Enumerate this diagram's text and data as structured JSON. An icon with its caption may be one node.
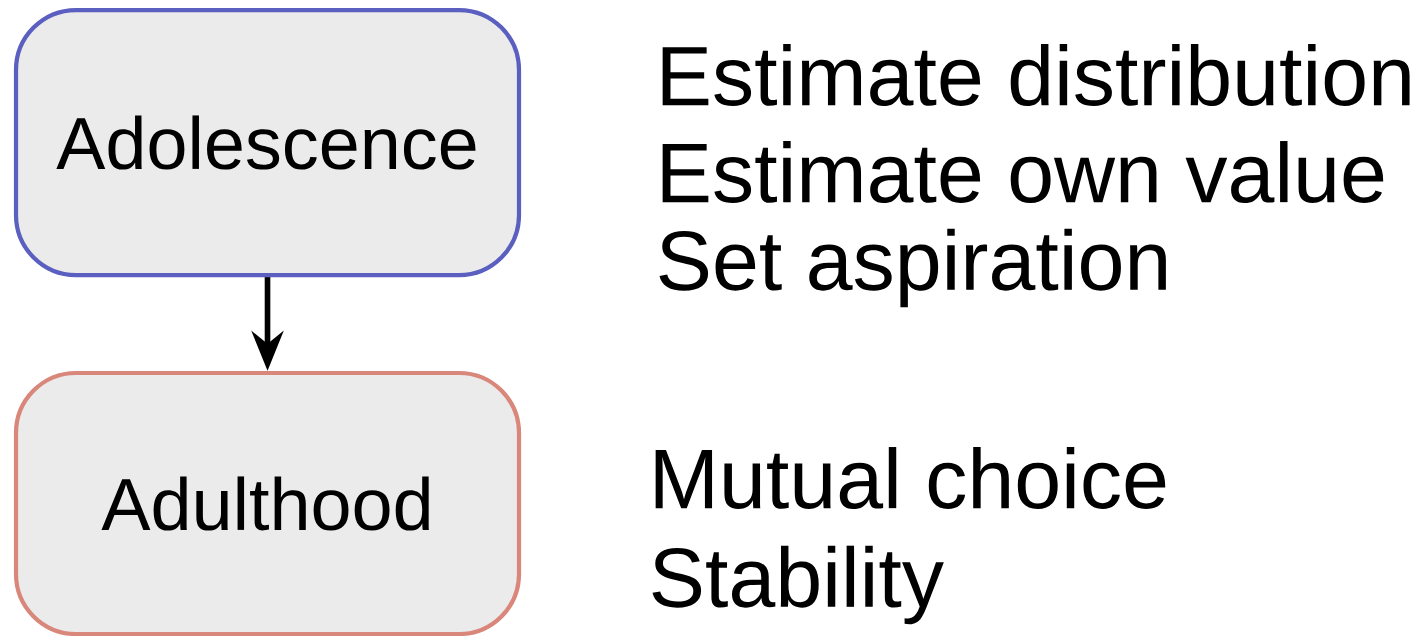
{
  "diagram": {
    "nodes": [
      {
        "text": [
          "Adolescence"
        ],
        "beside": [
          "Estimate distribution",
          "Estimate own value",
          "Set aspiration"
        ]
      },
      {
        "text": [
          "Adulthood"
        ],
        "beside": [
          "Mutual choice",
          "Stability"
        ]
      }
    ],
    "edges": [
      {
        "from": 0,
        "to": 1,
        "arrow": "to"
      }
    ]
  }
}
